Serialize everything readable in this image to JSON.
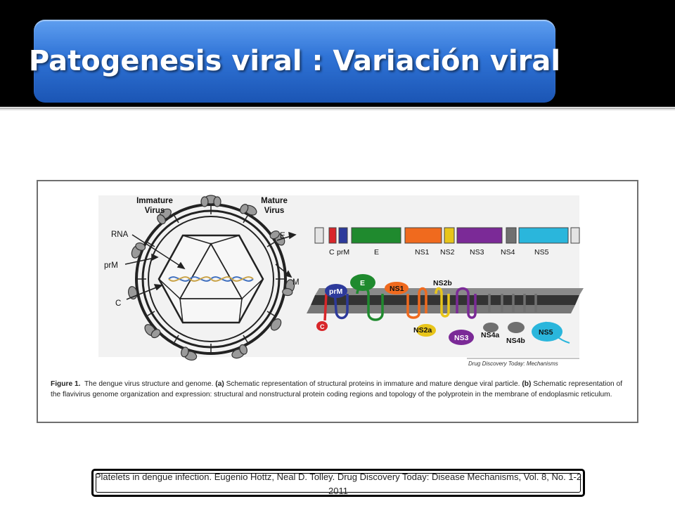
{
  "slide": {
    "title": "Patogenesis viral : Variación viral",
    "citation": "Platelets in dengue infection. Eugenio Hottz, Neal D. Tolley. Drug Discovery Today: Disease Mechanisms, Vol. 8, No. 1-2 2011"
  },
  "figure": {
    "panel_a": {
      "label_immature": "Immature\nVirus",
      "label_mature": "Mature\nVirus",
      "label_rna": "RNA",
      "label_prm": "prM",
      "label_c": "C",
      "label_e": "E",
      "label_m": "M"
    },
    "panel_b": {
      "genome_labels": [
        "C",
        "prM",
        "E",
        "NS1",
        "NS2",
        "NS3",
        "NS4",
        "NS5"
      ],
      "protein_labels": [
        "prM",
        "E",
        "NS1",
        "NS2b",
        "NS2a",
        "NS3",
        "NS4a",
        "NS4b",
        "NS5",
        "C"
      ],
      "credit": "Drug Discovery Today: Mechanisms"
    },
    "caption": {
      "figure_label": "Figure 1.",
      "text1": "The dengue virus structure and genome.",
      "a": "(a)",
      "text2": "Schematic representation of structural proteins in immature and mature dengue viral particle.",
      "b": "(b)",
      "text3": "Schematic representation of the flavivirus genome organization and expression: structural and nonstructural protein coding regions and topology of the polyprotein in the membrane of endoplasmic reticulum."
    },
    "colors": {
      "C": "#d8262a",
      "prM": "#2d3a9b",
      "E": "#1f8a2e",
      "NS1": "#f06a1e",
      "NS2": "#e8c51a",
      "NS3": "#7b2a97",
      "NS4": "#707070",
      "NS5": "#2ab6dc"
    }
  }
}
